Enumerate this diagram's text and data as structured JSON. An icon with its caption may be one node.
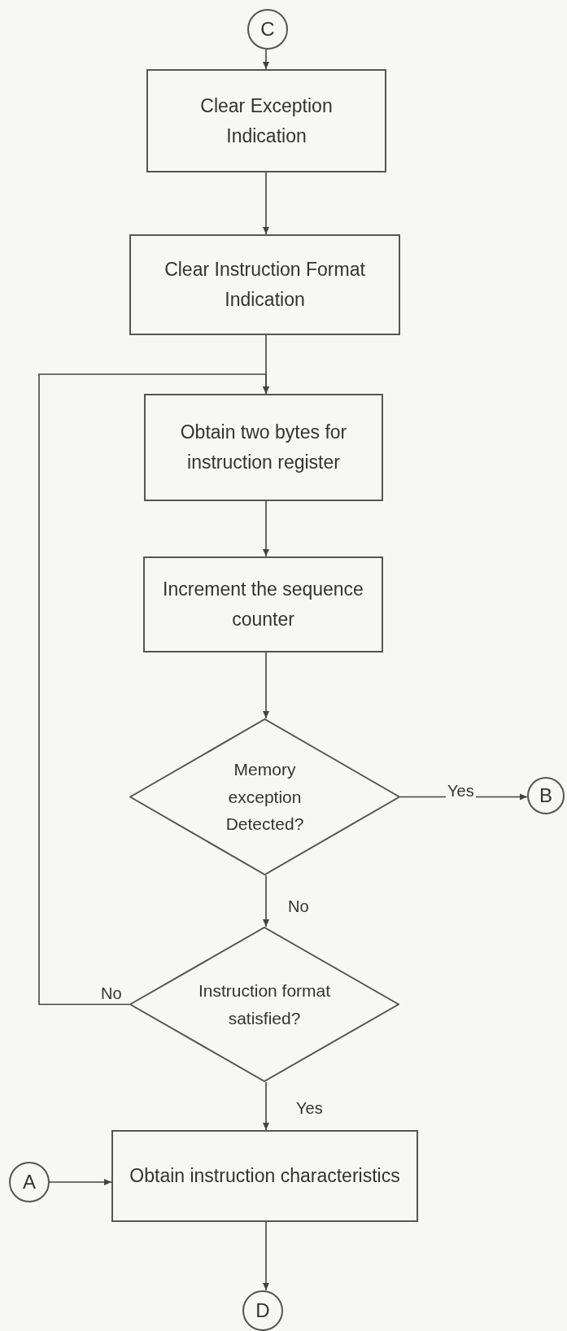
{
  "diagram": {
    "nodes": [
      {
        "text": [
          "C"
        ]
      },
      {
        "text": [
          "Clear Exception Indication"
        ]
      },
      {
        "text": [
          "Clear Instruction Format Indication"
        ]
      },
      {
        "text": [
          "Obtain two bytes for instruction register"
        ]
      },
      {
        "text": [
          "Increment the sequence counter"
        ]
      },
      {
        "text": [
          "Memory exception Detected?"
        ]
      },
      {
        "text": [
          "B"
        ]
      },
      {
        "text": [
          "Instruction format satisfied?"
        ]
      },
      {
        "text": [
          "A"
        ]
      },
      {
        "text": [
          "Obtain instruction characteristics"
        ]
      },
      {
        "text": [
          "D"
        ]
      }
    ],
    "edges": [
      {
        "from": 0,
        "to": 1,
        "arrow": "to"
      },
      {
        "from": 1,
        "to": 2,
        "arrow": "to"
      },
      {
        "from": 2,
        "to": 3,
        "arrow": "to"
      },
      {
        "from": 3,
        "to": 4,
        "arrow": "to"
      },
      {
        "from": 4,
        "to": 5,
        "arrow": "to"
      },
      {
        "from": 5,
        "to": 6,
        "arrow": "to",
        "label": "Yes"
      },
      {
        "from": 5,
        "to": 7,
        "arrow": "to",
        "label": "No"
      },
      {
        "from": 7,
        "to": 3,
        "arrow": "to",
        "label": "No"
      },
      {
        "from": 7,
        "to": 9,
        "arrow": "to",
        "label": "Yes"
      },
      {
        "from": 8,
        "to": 9,
        "arrow": "to"
      },
      {
        "from": 9,
        "to": 10,
        "arrow": "to"
      }
    ]
  }
}
